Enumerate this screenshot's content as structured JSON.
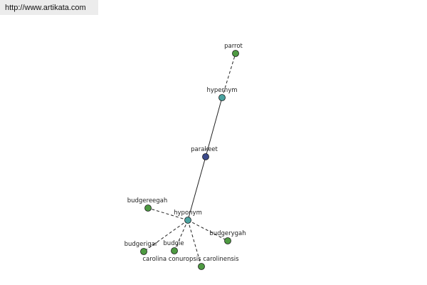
{
  "site": {
    "url_text": "http://www.artikata.com"
  },
  "colors": {
    "root": "#3c4a8a",
    "hub": "#4aa3a0",
    "leaf": "#4e9a42",
    "edge": "#222222"
  },
  "nodes": [
    {
      "id": "parrot",
      "label": "parrot",
      "kind": "leaf"
    },
    {
      "id": "hypernym",
      "label": "hypernym",
      "kind": "hub"
    },
    {
      "id": "parakeet",
      "label": "parakeet",
      "kind": "root"
    },
    {
      "id": "hyponym",
      "label": "hyponym",
      "kind": "hub"
    },
    {
      "id": "budgereegah",
      "label": "budgereegah",
      "kind": "leaf"
    },
    {
      "id": "budgerygah",
      "label": "budgerygah",
      "kind": "leaf"
    },
    {
      "id": "budgerigar",
      "label": "budgerigar",
      "kind": "leaf"
    },
    {
      "id": "budgie",
      "label": "budgie",
      "kind": "leaf"
    },
    {
      "id": "carolina",
      "label": "carolina conuropsis carolinensis",
      "kind": "leaf"
    }
  ],
  "edges": [
    {
      "from": "hypernym",
      "to": "parrot",
      "style": "dashed"
    },
    {
      "from": "parakeet",
      "to": "hypernym",
      "style": "solid"
    },
    {
      "from": "parakeet",
      "to": "hyponym",
      "style": "solid"
    },
    {
      "from": "hyponym",
      "to": "budgereegah",
      "style": "dashed"
    },
    {
      "from": "hyponym",
      "to": "budgerygah",
      "style": "dashed"
    },
    {
      "from": "hyponym",
      "to": "budgerigar",
      "style": "dashed"
    },
    {
      "from": "hyponym",
      "to": "budgie",
      "style": "dashed"
    },
    {
      "from": "hyponym",
      "to": "carolina",
      "style": "dashed"
    }
  ]
}
